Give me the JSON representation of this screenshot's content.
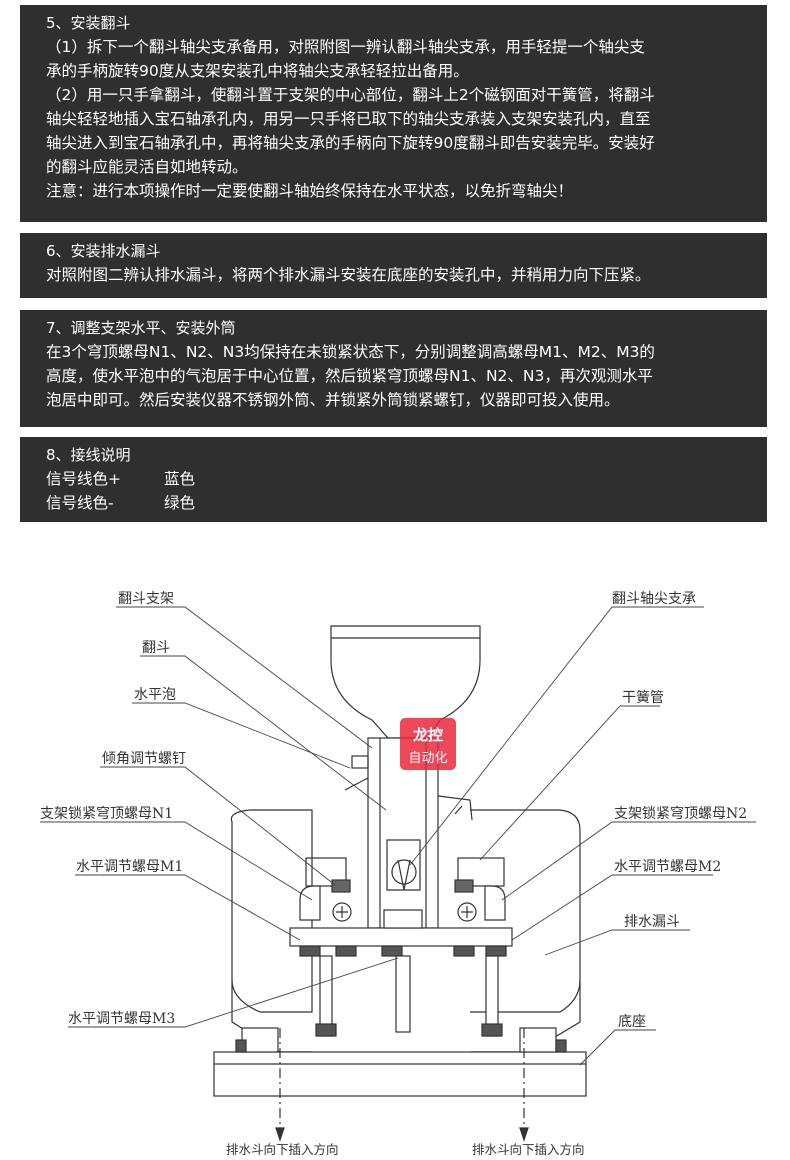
{
  "sections": {
    "s5": {
      "title": "5、安装翻斗",
      "lines": [
        "（1）拆下一个翻斗轴尖支承备用，对照附图一辨认翻斗轴尖支承，用手轻提一个轴尖支",
        "承的手柄旋转90度从支架安装孔中将轴尖支承轻轻拉出备用。",
        "（2）用一只手拿翻斗，使翻斗置于支架的中心部位，翻斗上2个磁钢面对干簧管，将翻斗",
        "轴尖轻轻地插入宝石轴承孔内，用另一只手将已取下的轴尖支承装入支架安装孔内，直至",
        "轴尖进入到宝石轴承孔中，再将轴尖支承的手柄向下旋转90度翻斗即告安装完毕。安装好",
        "的翻斗应能灵活自如地转动。",
        "注意：进行本项操作时一定要使翻斗轴始终保持在水平状态，以免折弯轴尖！"
      ]
    },
    "s6": {
      "title": "6、安装排水漏斗",
      "lines": [
        "对照附图二辨认排水漏斗，将两个排水漏斗安装在底座的安装孔中，并稍用力向下压紧。"
      ]
    },
    "s7": {
      "title": "7、调整支架水平、安装外筒",
      "lines": [
        "在3个穹顶螺母N1、N2、N3均保持在未锁紧状态下，分别调整调高螺母M1、M2、M3的",
        "高度，使水平泡中的气泡居于中心位置，然后锁紧穹顶螺母N1、N2、N3，再次观测水平",
        "泡居中即可。然后安装仪器不锈钢外筒、并锁紧外筒锁紧螺钉，仪器即可投入使用。"
      ]
    },
    "s8": {
      "title": "8、接线说明",
      "wires": [
        {
          "label": "信号线色+",
          "color": "蓝色"
        },
        {
          "label": "信号线色-",
          "color": "绿色"
        }
      ]
    }
  },
  "diagram": {
    "labels": {
      "bucket_bracket": "翻斗支架",
      "bucket": "翻斗",
      "level_bubble": "水平泡",
      "tilt_screw": "倾角调节螺钉",
      "lock_nut_n1": "支架锁紧穹顶螺母N1",
      "level_nut_m1": "水平调节螺母M1",
      "level_nut_m3": "水平调节螺母M3",
      "pivot_support": "翻斗轴尖支承",
      "reed_switch": "干簧管",
      "lock_nut_n2": "支架锁紧穹顶螺母N2",
      "level_nut_m2": "水平调节螺母M2",
      "drain_funnel": "排水漏斗",
      "base": "底座",
      "insert_dir_left": "排水斗向下插入方向",
      "insert_dir_right": "排水斗向下插入方向"
    },
    "watermark": {
      "line1": "龙控",
      "line2": "自动化",
      "color": "#e8283c"
    }
  }
}
